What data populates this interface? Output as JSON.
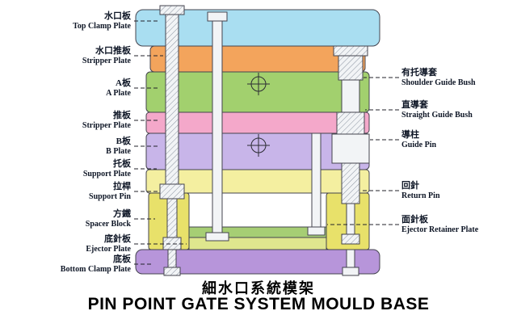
{
  "title": {
    "chinese": "細水口系統模架",
    "english": "PIN POINT GATE SYSTEM MOULD BASE"
  },
  "labels_left": [
    {
      "zh": "水口板",
      "en": "Top Clamp Plate"
    },
    {
      "zh": "水口推板",
      "en": "Stripper Plate"
    },
    {
      "zh": "A板",
      "en": "A Plate"
    },
    {
      "zh": "推板",
      "en": "Stripper Plate"
    },
    {
      "zh": "B板",
      "en": "B Plate"
    },
    {
      "zh": "托板",
      "en": "Support Plate"
    },
    {
      "zh": "拉桿",
      "en": "Support Pin"
    },
    {
      "zh": "方鐵",
      "en": "Spacer Block"
    },
    {
      "zh": "底針板",
      "en": "Ejector Plate"
    },
    {
      "zh": "底板",
      "en": "Bottom Clamp Plate"
    }
  ],
  "labels_right": [
    {
      "zh": "有托導套",
      "en": "Shoulder Guide Bush"
    },
    {
      "zh": "直導套",
      "en": "Straight Guide Bush"
    },
    {
      "zh": "導柱",
      "en": "Guide Pin"
    },
    {
      "zh": "回針",
      "en": "Return Pin"
    },
    {
      "zh": "面針板",
      "en": "Ejector Retainer Plate"
    }
  ],
  "colors": {
    "top_clamp_plate": "#a9def1",
    "stripper_plate_upper": "#f3a45c",
    "a_plate": "#a2d06e",
    "stripper_plate_mid": "#f4a8ca",
    "b_plate": "#c8b5e9",
    "support_plate": "#f4efa0",
    "spacer_block": "#e8e16a",
    "ejector_retainer_plate": "#a6ce74",
    "ejector_plate": "#dfe68e",
    "bottom_clamp_plate": "#b795da",
    "pin_fill": "#f2f4f6",
    "outline": "#44444f",
    "text": "#0e1626"
  }
}
